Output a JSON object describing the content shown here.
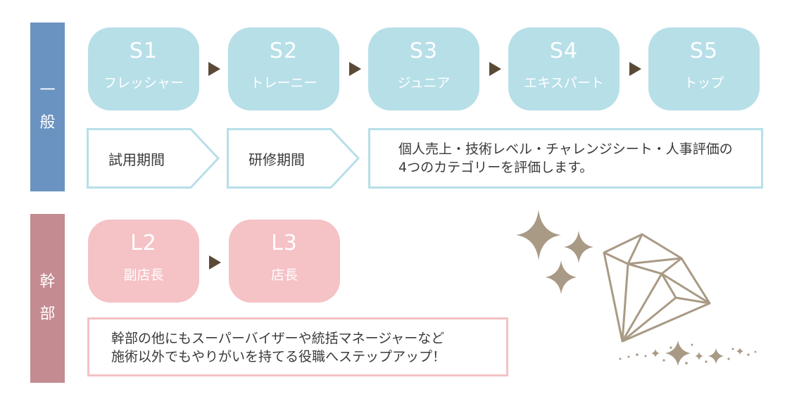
{
  "general": {
    "side_label": [
      "一",
      "般"
    ],
    "stages": [
      {
        "code": "S1",
        "name": "フレッシャー"
      },
      {
        "code": "S2",
        "name": "トレーニー"
      },
      {
        "code": "S3",
        "name": "ジュニア"
      },
      {
        "code": "S4",
        "name": "エキスパート"
      },
      {
        "code": "S5",
        "name": "トップ"
      }
    ],
    "periods": [
      "試用期間",
      "研修期間"
    ],
    "info_lines": [
      "個人売上・技術レベル・チャレンジシート・人事評価の",
      "4つのカテゴリーを評価します。"
    ]
  },
  "executive": {
    "side_label": [
      "幹",
      "部"
    ],
    "stages": [
      {
        "code": "L2",
        "name": "副店長"
      },
      {
        "code": "L3",
        "name": "店長"
      }
    ],
    "info_lines": [
      "幹部の他にもスーパーバイザーや統括マネージャーなど",
      "施術以外でもやりがいを持てる役職へステップアップ！"
    ]
  },
  "colors": {
    "general_side": "#6b93c1",
    "executive_side": "#c48b91",
    "stage_blue": "#b7dfe8",
    "stage_pink": "#f5c2c5",
    "arrow": "#5a4a35",
    "decoration": "#a99a85"
  },
  "icons": {
    "sparkles": "sparkle-icon",
    "diamond": "diamond-icon"
  }
}
